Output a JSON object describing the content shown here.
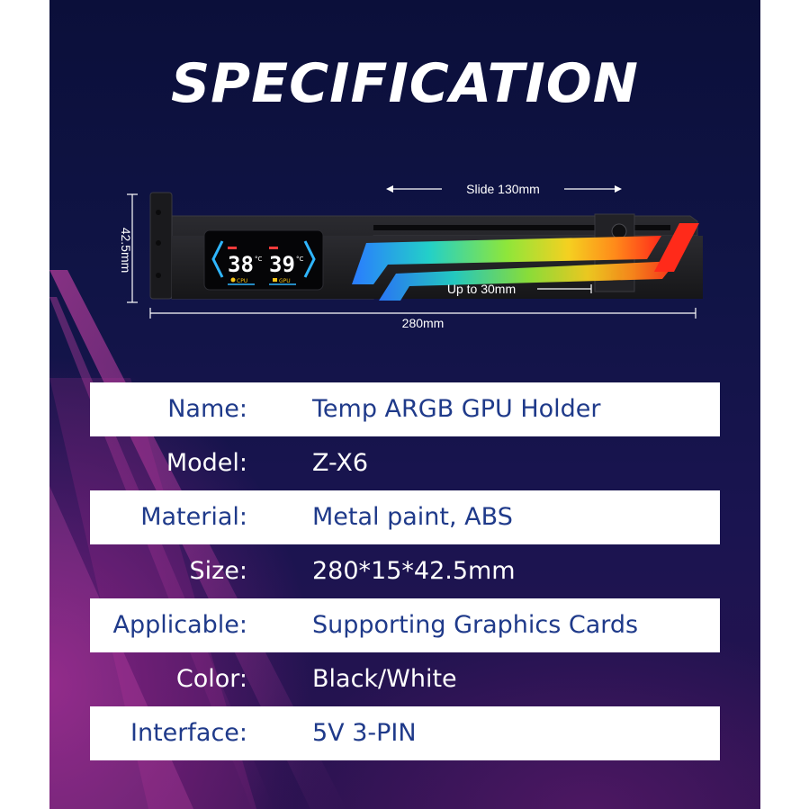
{
  "title": "SPECIFICATION",
  "diagram": {
    "slide_label": "Slide 130mm",
    "height_label": "42.5mm",
    "length_label": "280mm",
    "extend_label": "Up to 30mm",
    "screen": {
      "cpu_temp": "38",
      "gpu_temp": "39",
      "unit": "°C",
      "cpu_label": "CPU",
      "gpu_label": "GPU"
    }
  },
  "specs": [
    {
      "label": "Name:",
      "value": "Temp ARGB GPU Holder"
    },
    {
      "label": "Model:",
      "value": "Z-X6"
    },
    {
      "label": "Material:",
      "value": "Metal paint, ABS"
    },
    {
      "label": "Size:",
      "value": "280*15*42.5mm"
    },
    {
      "label": "Applicable:",
      "value": "Supporting Graphics Cards"
    },
    {
      "label": "Color:",
      "value": "Black/White"
    },
    {
      "label": "Interface:",
      "value": "5V 3-PIN"
    }
  ],
  "colors": {
    "panel_bg": "#101446",
    "row_text": "#1f3a8a",
    "accent_pink": "#d0309a"
  }
}
